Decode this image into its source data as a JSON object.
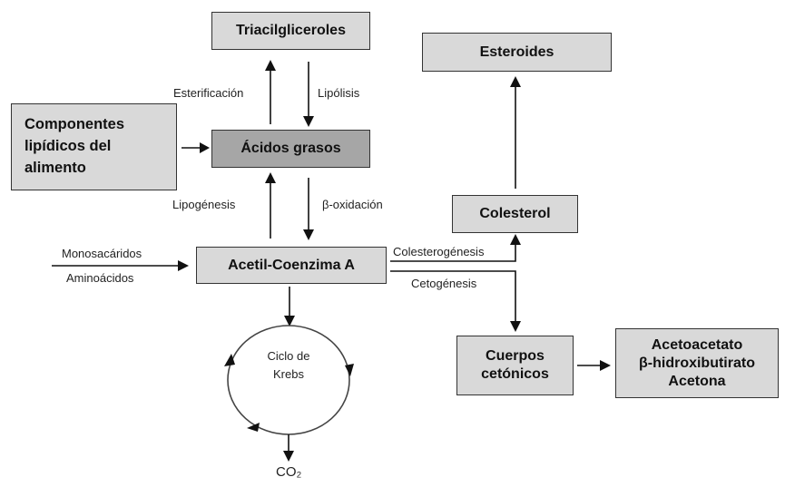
{
  "nodes": {
    "triacilgliceroles": "Triacilgliceroles",
    "componentes": [
      "Componentes",
      "lipídicos del",
      "alimento"
    ],
    "acidos_grasos": "Ácidos grasos",
    "acetil_coa": "Acetil-Coenzima A",
    "esteroides": "Esteroides",
    "colesterol": "Colesterol",
    "cuerpos_cetonicos": [
      "Cuerpos",
      "cetónicos"
    ],
    "productos": [
      "Acetoacetato",
      "β-hidroxibutirato",
      "Acetona"
    ],
    "ciclo_krebs": [
      "Ciclo de",
      "Krebs"
    ],
    "co2": "CO₂"
  },
  "labels": {
    "esterificacion": "Esterificación",
    "lipolisis": "Lipólisis",
    "lipogenesis": "Lipogénesis",
    "beta_oxidacion": "β-oxidación",
    "monosacaridos": "Monosacáridos",
    "aminoacidos": "Aminoácidos",
    "colesterogenesis": "Colesterogénesis",
    "cetogenesis": "Cetogénesis"
  },
  "colors": {
    "box_fill": "#d9d9d9",
    "highlight_fill": "#a6a6a6",
    "stroke": "#111111"
  }
}
